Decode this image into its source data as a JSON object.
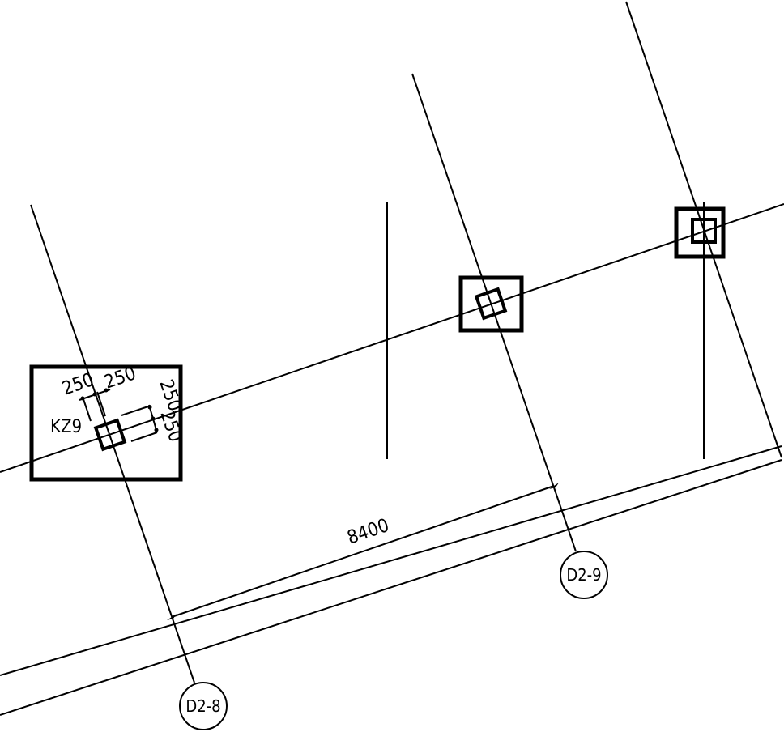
{
  "colors": {
    "background": "#ffffff",
    "line": "#000000"
  },
  "labels": {
    "column_mark": "KZ9",
    "span_dimension": "8400",
    "offset_top_left": "250",
    "offset_top_right": "250",
    "offset_side_upper": "250",
    "offset_side_lower": "250"
  },
  "grid_bubbles": {
    "left": "D2-8",
    "right": "D2-9"
  }
}
